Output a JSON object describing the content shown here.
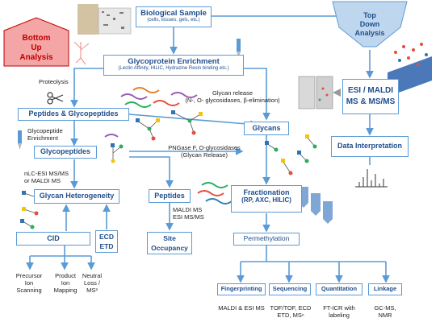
{
  "nodes": {
    "bio_sample": {
      "title": "Biological Sample",
      "sub": "(cells, tissues, gels, etc.)"
    },
    "glyco_enrich": {
      "title": "Glycoprotein Enrichment",
      "sub": "(Lectin Affinity, HILIC, Hydrazine Resin binding etc.)"
    },
    "peptides_glyco": {
      "title": "Peptides & Glycopeptides"
    },
    "glycopeptides": {
      "title": "Glycopeptides"
    },
    "glycan_het": {
      "title": "Glycan Heterogeneity"
    },
    "cid": {
      "title": "CID"
    },
    "ecd_etd": {
      "line1": "ECD",
      "line2": "ETD"
    },
    "peptides": {
      "title": "Peptides"
    },
    "site_occ": {
      "line1": "Site",
      "line2": "Occupancy"
    },
    "glycans": {
      "title": "Glycans"
    },
    "fractionation": {
      "title": "Fractionation",
      "sub": "(RP, AXC, HILIC)"
    },
    "permethylation": {
      "title": "Permethylation"
    },
    "fingerprinting": {
      "title": "Fingerprinting"
    },
    "sequencing": {
      "title": "Sequencing"
    },
    "quantitation": {
      "title": "Quantitation"
    },
    "linkage": {
      "title": "Linkage"
    },
    "esi_maldi": {
      "line1": "ESI / MALDI",
      "line2": "MS & MS/MS"
    },
    "data_interp": {
      "title": "Data Interpretation"
    },
    "bottom_up": {
      "line1": "Bottom",
      "line2": "Up",
      "line3": "Analysis"
    },
    "top_down": {
      "line1": "Top",
      "line2": "Down",
      "line3": "Analysis"
    }
  },
  "labels": {
    "proteolysis": "Proteolysis",
    "glycan_release": "Glycan release",
    "glycan_release_sub": "(N-, O- glycosidases, β-elimination)",
    "glycopeptide_enrich_1": "Glycopeptide",
    "glycopeptide_enrich_2": "Enrichment",
    "pngase_1": "PNGase F, O-glycosidases",
    "pngase_2": "(Glycan Release)",
    "nlc_1": "nLC-ESI MS/MS",
    "nlc_2": "or MALDI MS",
    "maldi_ms": "MALDI MS",
    "esi_msms": "ESI MS/MS",
    "precursor": [
      "Precursor",
      "Ion",
      "Scanning"
    ],
    "product": [
      "Product",
      "Ion",
      "Mapping"
    ],
    "neutral": [
      "Neutral",
      "Loss /",
      "MS³"
    ],
    "fingerprinting_method": "MALDI & ESI MS",
    "sequencing_method_1": "TOF/TOF, ECD",
    "sequencing_method_2": "ETD, MSⁿ",
    "quantitation_method_1": "FT-ICR with",
    "quantitation_method_2": "labeling",
    "linkage_method_1": "GC-MS,",
    "linkage_method_2": "NMR"
  },
  "colors": {
    "box_border": "#5b9bd5",
    "box_text": "#1f4e8c",
    "arrow": "#5b9bd5",
    "bottom_up_fill": "#f4a6a6",
    "bottom_up_text": "#c00000",
    "top_down_fill": "#bfd7ee",
    "top_down_text": "#1f4e8c"
  },
  "icons": [
    "scissors-icon",
    "tissue-sample-icon",
    "pipette-icon",
    "glycan-structure-icon",
    "peptide-chain-icon",
    "vial-icon",
    "mass-spectrometer-icon",
    "maldi-plate-icon",
    "mass-spectrum-icon"
  ]
}
